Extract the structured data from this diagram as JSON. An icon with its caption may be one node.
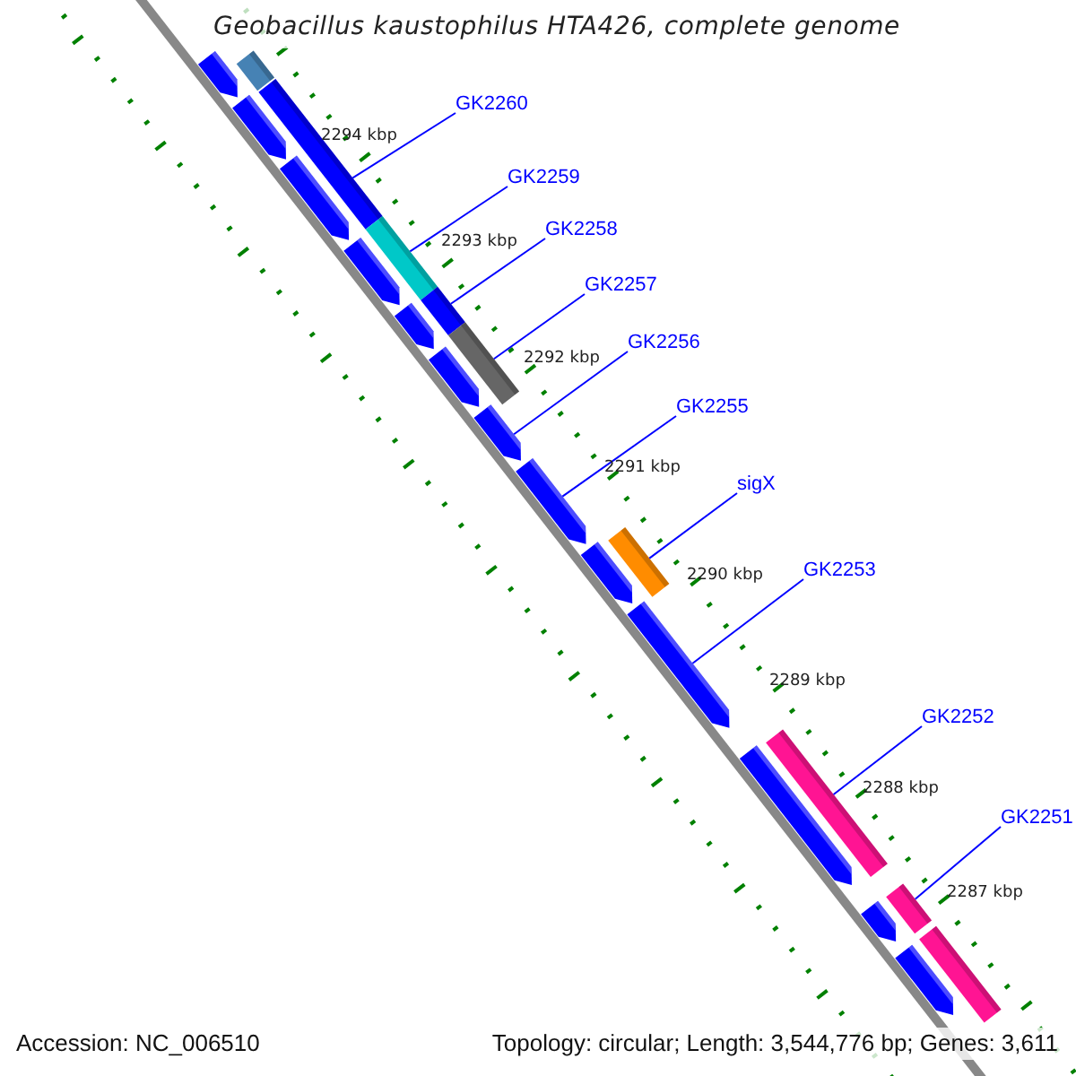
{
  "diagram": {
    "title": "Geobacillus kaustophilus HTA426, complete genome",
    "nodes": [
      {
        "text": [
          "GK2260"
        ]
      },
      {
        "text": [
          "GK2259"
        ]
      },
      {
        "text": [
          "GK2258"
        ]
      },
      {
        "text": [
          "GK2257"
        ]
      },
      {
        "text": [
          "GK2256"
        ]
      },
      {
        "text": [
          "GK2255"
        ]
      },
      {
        "text": [
          "sigX"
        ]
      },
      {
        "text": [
          "GK2253"
        ]
      },
      {
        "text": [
          "GK2252"
        ]
      },
      {
        "text": [
          "GK2251"
        ]
      },
      {
        "text": [],
        "shape": "bar"
      },
      {
        "text": [],
        "shape": "arrow"
      },
      {
        "text": [],
        "shape": "arrow"
      },
      {
        "text": [],
        "shape": "bar"
      },
      {
        "text": [],
        "shape": "arrow"
      },
      {
        "text": [],
        "shape": "bar"
      },
      {
        "text": [],
        "shape": "arrow"
      },
      {
        "text": [],
        "shape": "arrow"
      },
      {
        "text": [],
        "shape": "bar"
      },
      {
        "text": [],
        "shape": "bar"
      },
      {
        "text": [],
        "shape": "arrow"
      },
      {
        "text": [],
        "shape": "arrow"
      },
      {
        "text": [],
        "shape": "arrow"
      },
      {
        "text": [],
        "shape": "arrow"
      },
      {
        "text": [],
        "shape": "bar"
      },
      {
        "text": [],
        "shape": "arrow"
      },
      {
        "text": [],
        "shape": "arrow"
      },
      {
        "text": [],
        "shape": "bar"
      },
      {
        "text": [],
        "shape": "arrow"
      },
      {
        "text": [],
        "shape": "bar"
      },
      {
        "text": [],
        "shape": "bar"
      },
      {
        "text": [],
        "shape": "arrow"
      }
    ],
    "edges": [
      {
        "from": 0,
        "to": 13,
        "arrow": "none"
      },
      {
        "from": 1,
        "to": 15,
        "arrow": "none"
      },
      {
        "from": 2,
        "to": 18,
        "arrow": "none"
      },
      {
        "from": 3,
        "to": 19,
        "arrow": "none"
      },
      {
        "from": 4,
        "to": 21,
        "arrow": "none"
      },
      {
        "from": 5,
        "to": 22,
        "arrow": "none"
      },
      {
        "from": 6,
        "to": 24,
        "arrow": "none"
      },
      {
        "from": 7,
        "to": 25,
        "arrow": "none"
      },
      {
        "from": 8,
        "to": 27,
        "arrow": "none"
      },
      {
        "from": 9,
        "to": 29,
        "arrow": "none"
      }
    ],
    "labels": [
      "2294 kbp",
      "2293 kbp",
      "2292 kbp",
      "2291 kbp",
      "2290 kbp",
      "2289 kbp",
      "2288 kbp",
      "2287 kbp",
      "Accession: NC_006510",
      "Topology: circular; Length: 3,544,776 bp; Genes: 3,611"
    ]
  }
}
